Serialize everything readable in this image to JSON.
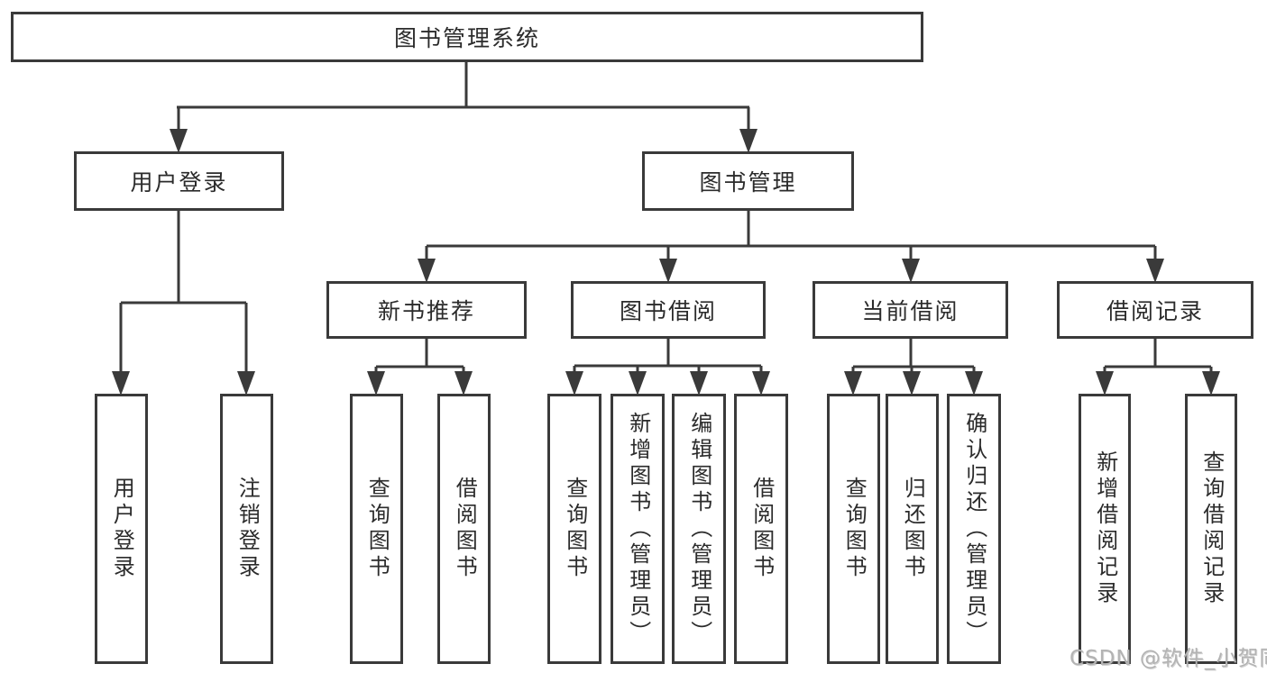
{
  "diagram": {
    "root": {
      "label": "图书管理系统"
    },
    "branches": [
      {
        "label": "用户登录",
        "children": [
          {
            "label": "用户登录"
          },
          {
            "label": "注销登录"
          }
        ]
      },
      {
        "label": "图书管理",
        "children": [
          {
            "label": "新书推荐",
            "children": [
              {
                "label": "查询图书"
              },
              {
                "label": "借阅图书"
              }
            ]
          },
          {
            "label": "图书借阅",
            "children": [
              {
                "label": "查询图书"
              },
              {
                "label": "新增图书（管理员）"
              },
              {
                "label": "编辑图书（管理员）"
              },
              {
                "label": "借阅图书"
              }
            ]
          },
          {
            "label": "当前借阅",
            "children": [
              {
                "label": "查询图书"
              },
              {
                "label": "归还图书"
              },
              {
                "label": "确认归还（管理员）"
              }
            ]
          },
          {
            "label": "借阅记录",
            "children": [
              {
                "label": "新增借阅记录"
              },
              {
                "label": "查询借阅记录"
              }
            ]
          }
        ]
      }
    ]
  },
  "colors": {
    "line": "#3a3a3a",
    "text": "#2b2b2b",
    "background": "#ffffff",
    "watermark": "#b3b3b3"
  },
  "watermark": {
    "text": "CSDN @软件_小贺同学"
  }
}
